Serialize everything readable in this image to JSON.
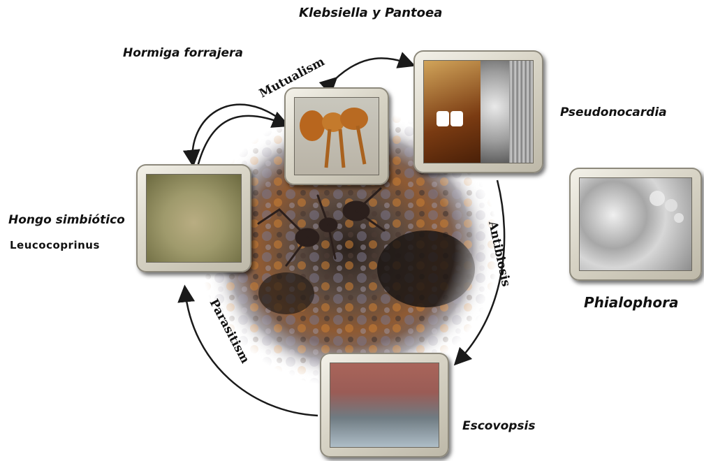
{
  "labels": {
    "top_center": "Klebsiella y Pantoea",
    "ant": "Hormiga forrajera",
    "pseudonocardia": "Pseudonocardia",
    "fungus_line1": "Hongo simbiótico",
    "fungus_line2": "Leucocoprinus",
    "phialophora": "Phialophora",
    "escovopsis": "Escovopsis"
  },
  "relations": {
    "mutualism": "Mutualism",
    "antibiosis": "Antibiosis",
    "parasitism": "Parasitism"
  },
  "colors": {
    "soil_dark": "#3b2f2a",
    "soil_rust": "#b0622a",
    "frame_light": "#e9e6dc",
    "arrow": "#1a1a1a"
  }
}
